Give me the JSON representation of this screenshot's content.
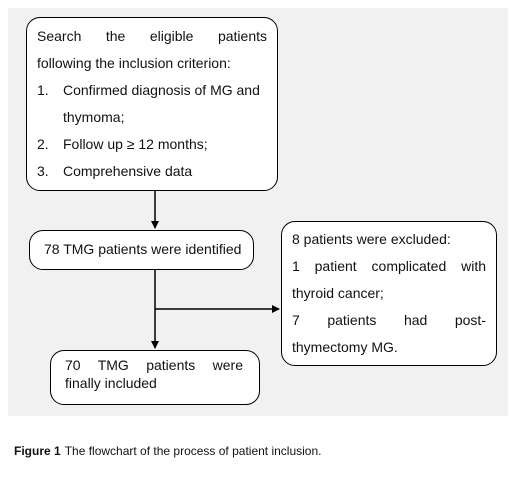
{
  "flowchart": {
    "search_box": {
      "intro": [
        "Search the eligible patients",
        "following the inclusion criterion:"
      ],
      "criteria": [
        {
          "num": "1.",
          "lines": [
            "Confirmed diagnosis of MG and",
            "thymoma;"
          ]
        },
        {
          "num": "2.",
          "lines": [
            "Follow up ≥ 12 months;"
          ]
        },
        {
          "num": "3.",
          "lines": [
            "Comprehensive data"
          ]
        }
      ]
    },
    "identified_box": {
      "text": "78 TMG patients were identified"
    },
    "excluded_box": {
      "lines": [
        "8 patients were excluded:",
        "1 patient complicated with",
        "thyroid cancer;",
        "7 patients had post-",
        "thymectomy MG."
      ]
    },
    "included_box": {
      "lines": [
        "70 TMG patients were",
        "finally included"
      ]
    }
  },
  "caption": {
    "label": "Figure 1",
    "text": "The flowchart of the process of patient inclusion."
  },
  "colors": {
    "line": "#000000",
    "panel": "#f1f1f1"
  }
}
